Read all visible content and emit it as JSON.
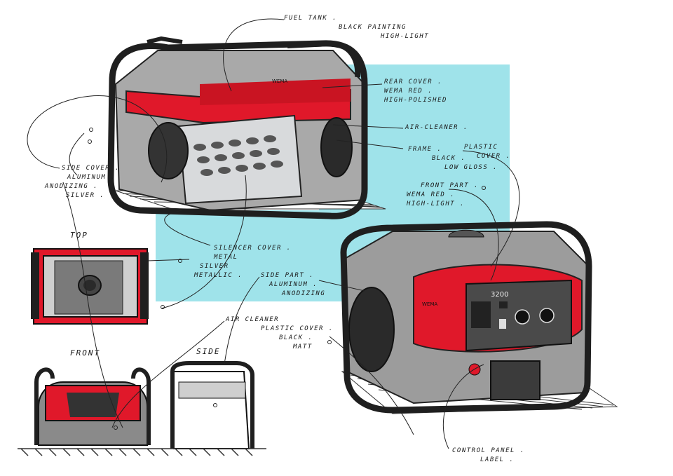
{
  "colors": {
    "cyan_panel": "#9fe3ea",
    "red": "#e0182a",
    "dark_red": "#8a0a14",
    "frame": "#1f1f1f",
    "metal": "#bfc3c6",
    "shadow": "#777777"
  },
  "brand": {
    "logo": "WEMA",
    "model": "3200"
  },
  "callouts": {
    "fuel_tank": [
      "FUEL TANK .",
      "BLACK PAINTING",
      "HIGH-LIGHT"
    ],
    "rear_cover": [
      "REAR COVER .",
      "WEMA RED .",
      "HIGH-POLISHED"
    ],
    "air_cleaner": [
      "AIR-CLEANER ."
    ],
    "frame": [
      "FRAME .",
      "BLACK .",
      "LOW GLOSS ."
    ],
    "plastic_cover": [
      "PLASTIC",
      "COVER ."
    ],
    "front_part": [
      "FRONT PART .",
      "WEMA RED .",
      "HIGH-LIGHT ."
    ],
    "side_cover": [
      "SIDE COVER .",
      "ALUMINUM .",
      "ANODIZING .",
      "SILVER ."
    ],
    "silencer_cover": [
      "SILENCER COVER .",
      "METAL",
      "SILVER",
      "METALLIC ."
    ],
    "side_part": [
      "SIDE PART .",
      "ALUMINUM .",
      "ANODIZING"
    ],
    "air_cleaner_2": [
      "AIR CLEANER",
      "PLASTIC COVER .",
      "BLACK .",
      "MATT"
    ],
    "control_panel": [
      "CONTROL PANEL .",
      "LABEL ."
    ]
  },
  "views": {
    "top": "TOP",
    "front": "FRONT",
    "side": "SIDE"
  }
}
